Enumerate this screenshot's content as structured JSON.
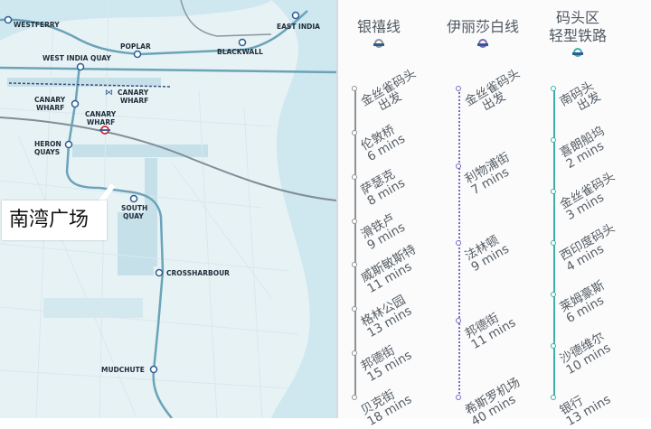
{
  "map": {
    "callout": "南湾广场",
    "stations": {
      "westferry": "WESTFERRY",
      "poplar": "POPLAR",
      "blackwall": "BLACKWALL",
      "east_india": "EAST INDIA",
      "west_india_quay": "WEST INDIA QUAY",
      "canary_wharf_left": "CANARY\nWHARF",
      "canary_wharf_dlr": "CANARY\nWHARF",
      "canary_wharf_tube": "CANARY\nWHARF",
      "heron_quays": "HERON\nQUAYS",
      "south_quay": "SOUTH\nQUAY",
      "crossharbour": "CROSSHARBOUR",
      "mudchute": "MUDCHUTE"
    },
    "colors": {
      "water": "#cfe8f0",
      "land": "#e8f3f6",
      "dlr": "#6aa2b8",
      "rail": "#7c8c96"
    }
  },
  "panel": {
    "columns": [
      {
        "title": "银禧线",
        "line_color": "#8d9296",
        "stops": [
          {
            "name": "金丝雀码头",
            "sub": "出发"
          },
          {
            "name": "伦敦桥",
            "sub": "6 mins"
          },
          {
            "name": "萨瑟克",
            "sub": "8 mins"
          },
          {
            "name": "滑铁卢",
            "sub": "9 mins"
          },
          {
            "name": "威斯敏斯特",
            "sub": "11 mins"
          },
          {
            "name": "格林公园",
            "sub": "13 mins"
          },
          {
            "name": "邦德街",
            "sub": "15 mins"
          },
          {
            "name": "贝克街",
            "sub": "18 mins"
          }
        ]
      },
      {
        "title": "伊丽莎白线",
        "line_color": "#7b68c0",
        "stops": [
          {
            "name": "金丝雀码头",
            "sub": "出发"
          },
          {
            "name": "利物浦街",
            "sub": "7 mins"
          },
          {
            "name": "法林顿",
            "sub": "9 mins"
          },
          {
            "name": "邦德街",
            "sub": "11 mins"
          },
          {
            "name": "希斯罗机场",
            "sub": "40 mins"
          }
        ]
      },
      {
        "title": "码头区\n轻型铁路",
        "line_color": "#3cb0a8",
        "stops": [
          {
            "name": "南码头",
            "sub": "出发"
          },
          {
            "name": "喜朗船坞",
            "sub": "2 mins"
          },
          {
            "name": "金丝雀码头",
            "sub": "3 mins"
          },
          {
            "name": "西印度码头",
            "sub": "4 mins"
          },
          {
            "name": "莱姆豪斯",
            "sub": "6 mins"
          },
          {
            "name": "沙德维尔",
            "sub": "10 mins"
          },
          {
            "name": "银行",
            "sub": "13 mins"
          }
        ]
      }
    ]
  }
}
